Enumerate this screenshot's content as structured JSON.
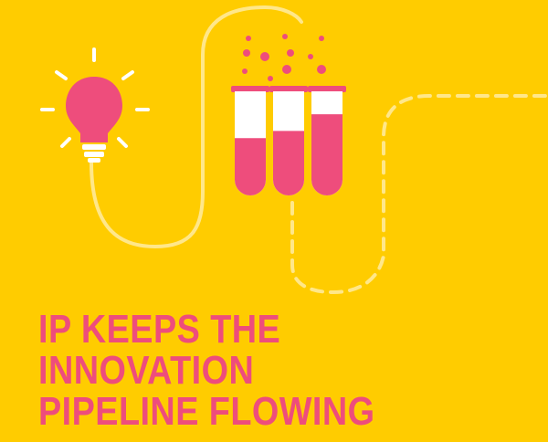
{
  "headline": {
    "lines": [
      "IP KEEPS THE",
      "INNOVATION",
      "PIPELINE FLOWING"
    ]
  },
  "colors": {
    "background": "#FFCC00",
    "accent": "#EE4D7C",
    "line": "#FFE78A",
    "white": "#FFFFFF"
  },
  "icons": {
    "bulb": "lightbulb-icon",
    "tubes": "test-tubes-icon"
  },
  "test_tubes": {
    "fill_levels": [
      0.55,
      0.62,
      0.78
    ]
  }
}
